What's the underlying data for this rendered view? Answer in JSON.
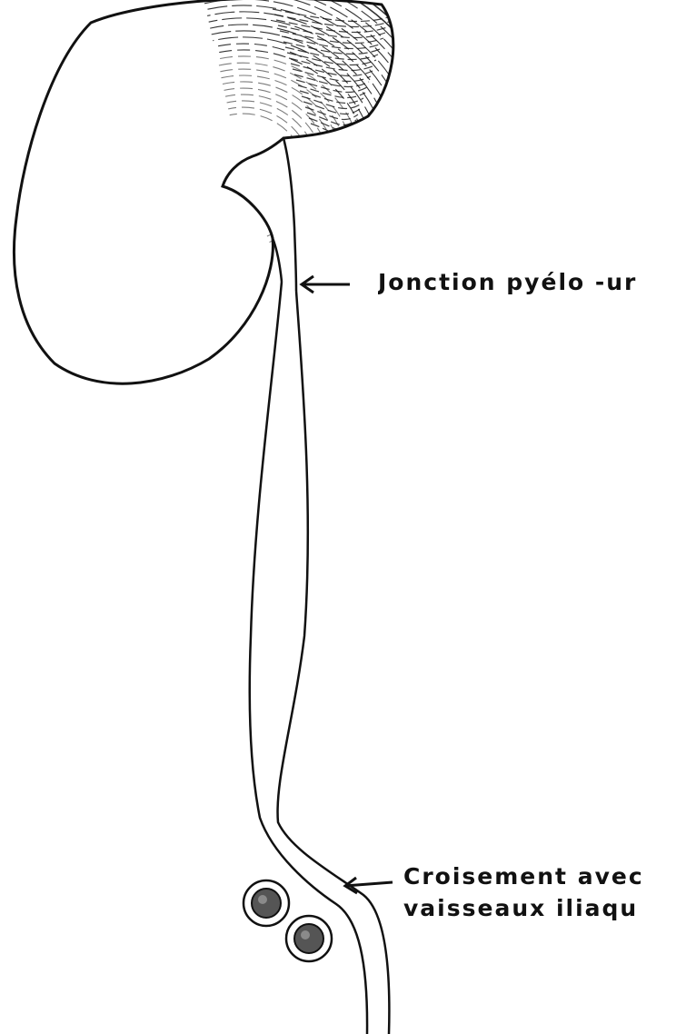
{
  "labels": {
    "junction": "Jonction pyélo -ur",
    "crossing_line1": "Croisement avec",
    "crossing_line2": "vaisseaux iliaqu"
  },
  "colors": {
    "ink": "#111111",
    "background": "#ffffff",
    "vessel_fill": "#555555"
  }
}
